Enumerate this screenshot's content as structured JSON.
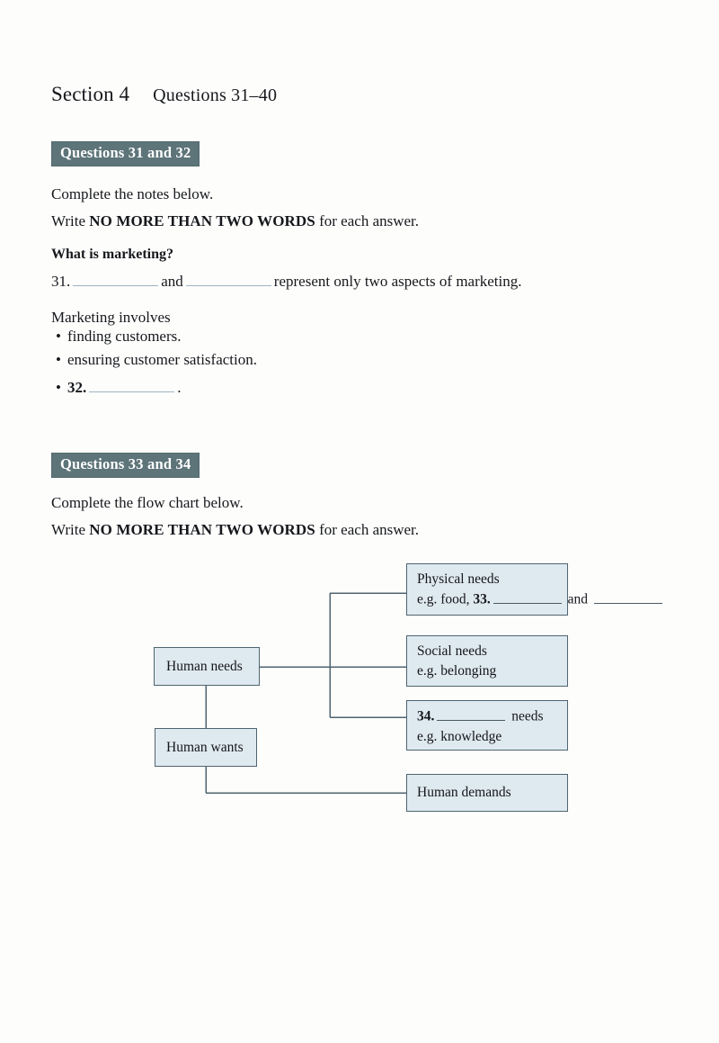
{
  "page": {
    "section_label": "Section 4",
    "section_range": "Questions 31–40"
  },
  "block_3132": {
    "banner": "Questions 31 and 32",
    "instruction_1": "Complete the notes below.",
    "instruction_2_prefix": "Write ",
    "instruction_2_caps": "NO MORE THAN TWO WORDS",
    "instruction_2_suffix": " for each answer.",
    "subheading": "What is marketing?",
    "q31": {
      "number": "31.",
      "mid_text": "and",
      "tail_text": "represent only two aspects of marketing."
    },
    "involves_label": "Marketing involves",
    "bullets": [
      {
        "bullet": "•",
        "text": "finding customers."
      },
      {
        "bullet": "•",
        "text": "ensuring customer satisfaction."
      },
      {
        "bullet": "•",
        "number": "32.",
        "text": "."
      }
    ]
  },
  "block_3334": {
    "banner": "Questions 33 and 34",
    "instruction_1": "Complete the flow chart below.",
    "instruction_2_prefix": "Write ",
    "instruction_2_caps": "NO MORE THAN TWO WORDS",
    "instruction_2_suffix": " for each answer."
  },
  "flowchart": {
    "boxes": {
      "human_needs": {
        "line1": "Human needs"
      },
      "human_wants": {
        "line1": "Human wants"
      },
      "physical_needs": {
        "line1": "Physical needs",
        "eg_prefix": "e.g. food, ",
        "q_number": "33.",
        "mid_text": " and "
      },
      "social_needs": {
        "line1": "Social needs",
        "line2": "e.g. belonging"
      },
      "q34_needs": {
        "q_number": "34.",
        "line1_suffix": " needs",
        "line2": "e.g. knowledge"
      },
      "human_demands": {
        "line1": "Human demands"
      }
    }
  },
  "colors": {
    "banner_background": "#5d7479",
    "banner_text": "#ffffff",
    "box_fill": "#dfeaf0",
    "box_border": "#4f6470",
    "connector": "#4f6470",
    "blank_rule": "#9fb4c0",
    "page_background": "#fdfdfc",
    "body_text": "#16181c"
  }
}
